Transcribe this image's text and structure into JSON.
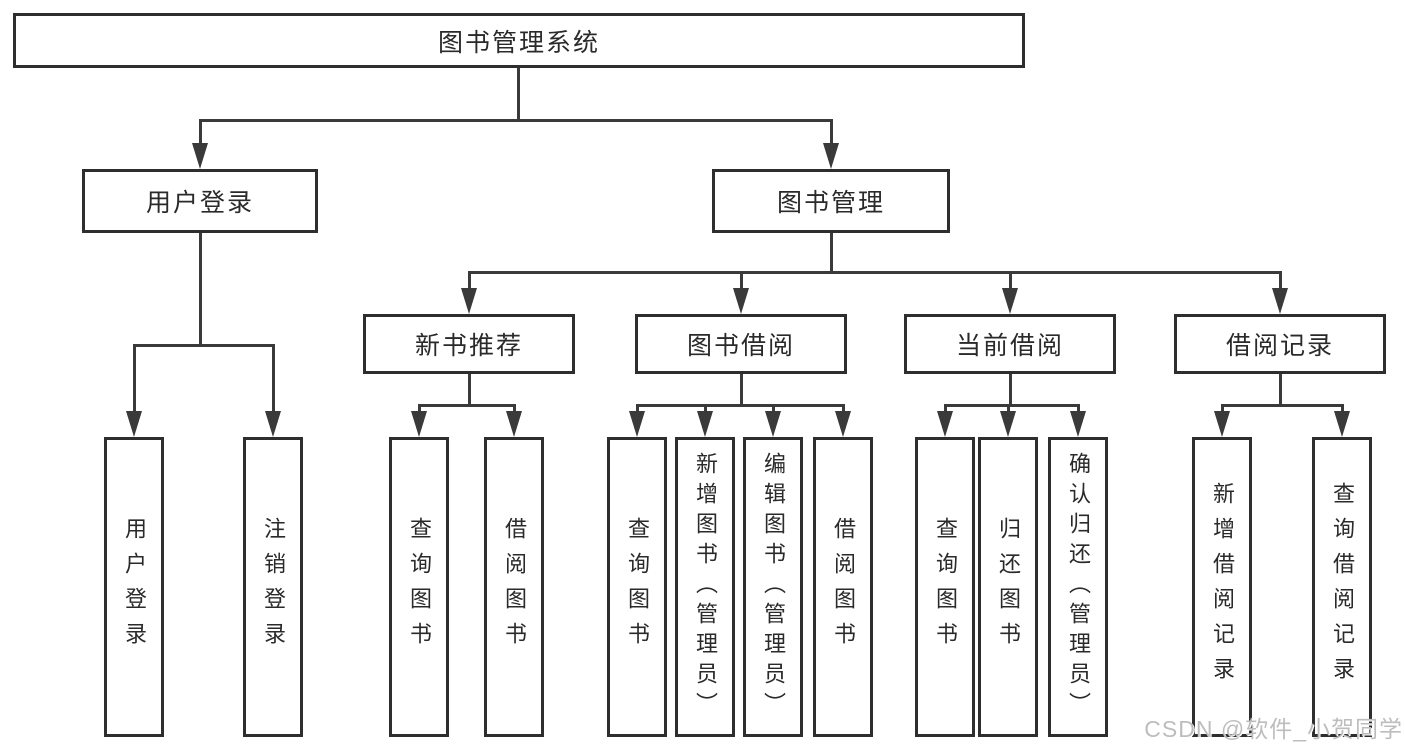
{
  "diagram": {
    "title": "图书管理系统",
    "level2": {
      "user_login": "用户登录",
      "book_management": "图书管理"
    },
    "level3": {
      "new_book": "新书推荐",
      "borrow": "图书借阅",
      "current": "当前借阅",
      "records": "借阅记录"
    },
    "leaves": {
      "user_login": [
        "用户登录",
        "注销登录"
      ],
      "new_book": [
        "查询图书",
        "借阅图书"
      ],
      "borrow": [
        "查询图书",
        "新增图书（管理员）",
        "编辑图书（管理员）",
        "借阅图书"
      ],
      "current": [
        "查询图书",
        "归还图书",
        "确认归还（管理员）"
      ],
      "records": [
        "新增借阅记录",
        "查询借阅记录"
      ]
    },
    "watermark": "CSDN @软件_小贺同学",
    "colors": {
      "background": "#ffffff",
      "line": "#3a3a3a",
      "box_border": "#2e2e2e",
      "text": "#2a2a2a",
      "watermark": "#bdbdbd"
    }
  }
}
